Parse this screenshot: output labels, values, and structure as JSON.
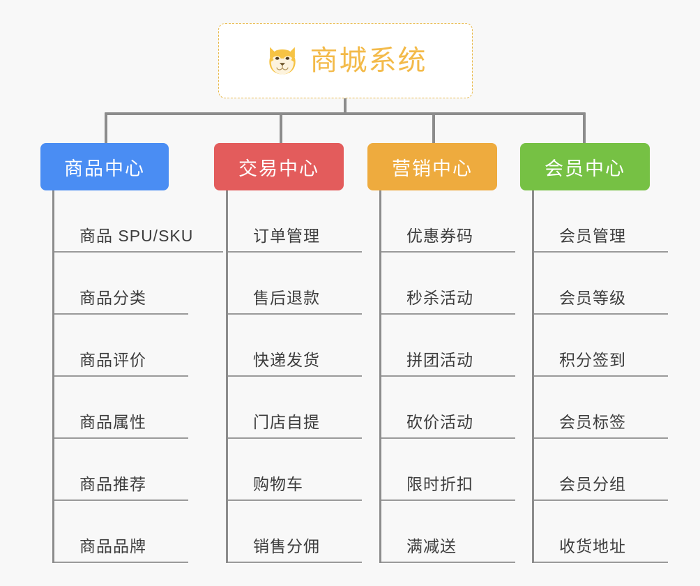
{
  "background_color": "#f8f8f8",
  "root": {
    "title": "商城系统",
    "icon": "shiba-dog-icon",
    "text_color": "#f3ba49",
    "border_color": "#e8b94a"
  },
  "connector_color": "#8c8c8c",
  "branches": [
    {
      "label": "商品中心",
      "color": "#4a8df3",
      "items": [
        "商品 SPU/SKU",
        "商品分类",
        "商品评价",
        "商品属性",
        "商品推荐",
        "商品品牌"
      ]
    },
    {
      "label": "交易中心",
      "color": "#e35c5c",
      "items": [
        "订单管理",
        "售后退款",
        "快递发货",
        "门店自提",
        "购物车",
        "销售分佣"
      ]
    },
    {
      "label": "营销中心",
      "color": "#eeab3e",
      "items": [
        "优惠券码",
        "秒杀活动",
        "拼团活动",
        "砍价活动",
        "限时折扣",
        "满减送"
      ]
    },
    {
      "label": "会员中心",
      "color": "#76c144",
      "items": [
        "会员管理",
        "会员等级",
        "积分签到",
        "会员标签",
        "会员分组",
        "收货地址"
      ]
    }
  ]
}
